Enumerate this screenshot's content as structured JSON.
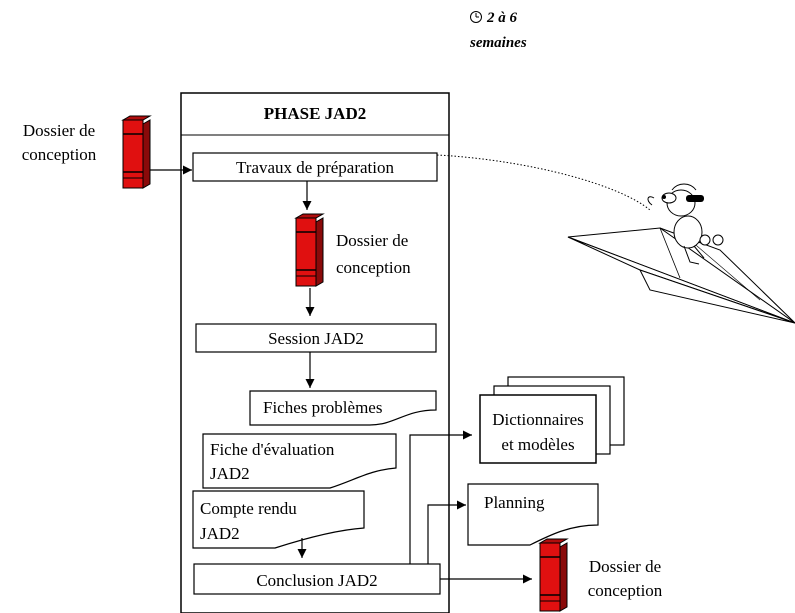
{
  "duration": {
    "clock_icon": "clock-icon",
    "line1": "2 à 6",
    "line2": "semaines"
  },
  "phase": {
    "title": "PHASE JAD2"
  },
  "inputs": {
    "left_doc_line1": "Dossier de",
    "left_doc_line2": "conception"
  },
  "steps": {
    "preparation": "Travaux de préparation",
    "mid_doc_line1": "Dossier  de",
    "mid_doc_line2": "conception",
    "session": "Session  JAD2",
    "fiches_problemes": "Fiches problèmes",
    "fiche_eval_line1": "Fiche d'évaluation",
    "fiche_eval_line2": "JAD2",
    "compte_rendu_line1": "Compte rendu",
    "compte_rendu_line2": "JAD2",
    "conclusion": "Conclusion JAD2"
  },
  "outputs": {
    "dictionnaires_line1": "Dictionnaires",
    "dictionnaires_line2": "et modèles",
    "planning": "Planning",
    "out_doc_line1": "Dossier de",
    "out_doc_line2": "conception"
  },
  "colors": {
    "binder_red": "#e01010",
    "binder_dark": "#8a0a0a",
    "stroke": "#000000"
  }
}
